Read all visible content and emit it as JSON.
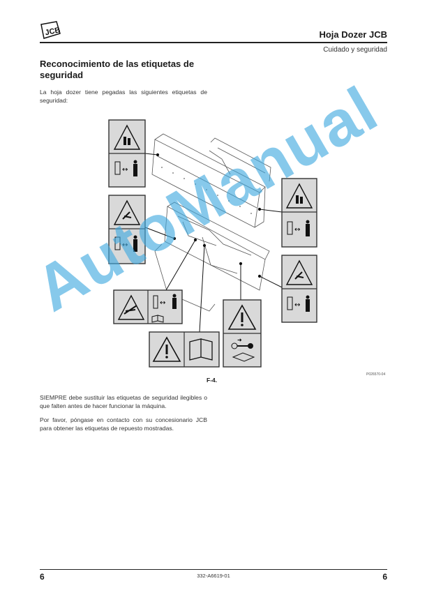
{
  "header": {
    "logo_text": "JCB",
    "title": "Hoja Dozer JCB",
    "subtitle": "Cuidado y seguridad"
  },
  "section": {
    "title": "Reconocimiento de las etiquetas de seguridad",
    "intro": "La hoja dozer tiene pegadas las siguientes etiquetas de seguridad:"
  },
  "figure": {
    "caption": "F-4.",
    "code": "P026570-04",
    "labels": [
      {
        "name": "crush-hazard-keep-clear",
        "icons": [
          "crush-warning-icon",
          "keep-distance-icon"
        ]
      },
      {
        "name": "impact-hazard-keep-clear",
        "icons": [
          "impact-warning-icon",
          "keep-distance-icon"
        ]
      },
      {
        "name": "crush-hazard-keep-clear-right",
        "icons": [
          "crush-warning-icon",
          "keep-distance-icon"
        ]
      },
      {
        "name": "impact-hazard-keep-clear-right",
        "icons": [
          "impact-warning-icon",
          "keep-distance-icon"
        ]
      },
      {
        "name": "hand-crush-read-manual",
        "icons": [
          "hand-crush-warning-icon",
          "keep-distance-icon",
          "manual-icon"
        ]
      },
      {
        "name": "general-warning-read-manual",
        "icons": [
          "exclamation-warning-icon",
          "manual-icon"
        ]
      },
      {
        "name": "general-warning-remove-key",
        "icons": [
          "exclamation-warning-icon",
          "key-icon",
          "manual-icon"
        ]
      }
    ]
  },
  "body": {
    "paragraph1": "SIEMPRE debe sustituir las etiquetas de seguridad ilegibles o que falten antes de hacer funcionar la máquina.",
    "paragraph2": "Por favor, póngase en contacto con su concesionario JCB para obtener las etiquetas de repuesto mostradas."
  },
  "footer": {
    "page_left": "6",
    "doc_code": "332-A6619-01",
    "page_right": "6"
  },
  "watermark": {
    "text": "AutoManual",
    "color": "#3fa9e0"
  }
}
